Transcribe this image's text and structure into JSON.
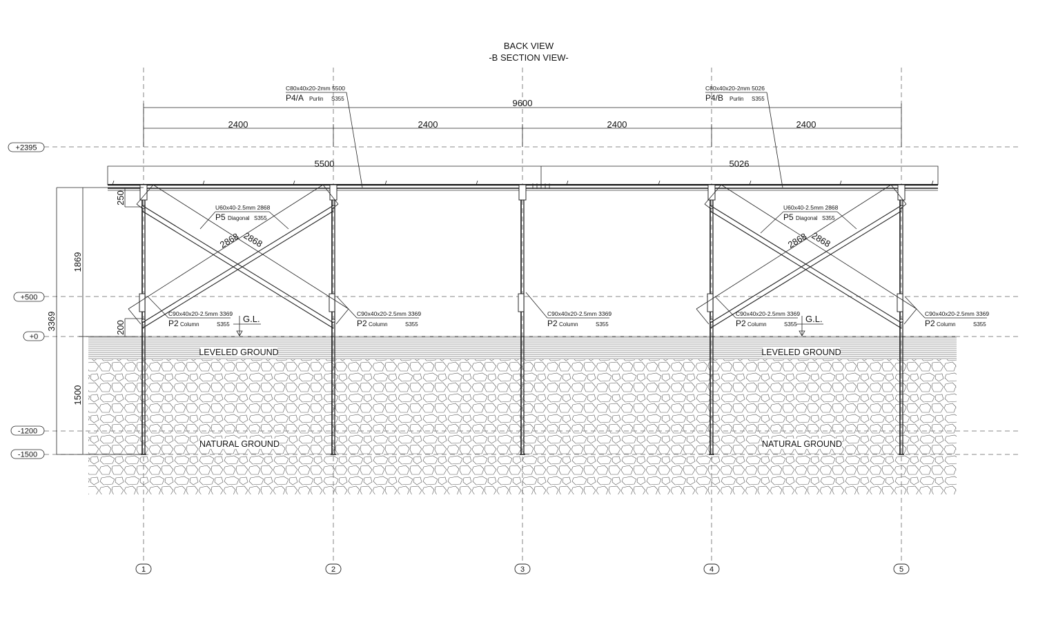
{
  "title": {
    "line1": "BACK VIEW",
    "line2": "-B SECTION VIEW-"
  },
  "dimensions": {
    "overall": "9600",
    "bays": [
      "2400",
      "2400",
      "2400",
      "2400"
    ],
    "purlin_a_length": "5500",
    "purlin_b_length": "5026",
    "vertical_total": "3369",
    "vertical_above_ground": "1869",
    "vertical_embed": "1500",
    "vertical_top_offset": "250",
    "vertical_base_offset": "200",
    "diagonal_1": "2868",
    "diagonal_2": "2868"
  },
  "levels": [
    "+2395",
    "+500",
    "+0",
    "-1200",
    "-1500"
  ],
  "purlins": [
    {
      "spec": "C80x40x20-2mm   5500",
      "code": "P4/A",
      "role": "Purlin",
      "grade": "S355"
    },
    {
      "spec": "C80x40x20-2mm   5026",
      "code": "P4/B",
      "role": "Purlin",
      "grade": "S355"
    }
  ],
  "diagonal_label": {
    "spec": "U60x40-2.5mm  2868",
    "code": "P5",
    "role": "Diagonal",
    "grade": "S355"
  },
  "column_label": {
    "spec": "C90x40x20-2.5mm   3369",
    "code": "P2",
    "role": "Column",
    "grade": "S355"
  },
  "ground": {
    "gl": "G.L.",
    "leveled": "LEVELED GROUND",
    "natural": "NATURAL GROUND"
  },
  "axes": [
    "1",
    "2",
    "3",
    "4",
    "5"
  ],
  "colors": {
    "line": "#222222",
    "axis": "#777777"
  }
}
